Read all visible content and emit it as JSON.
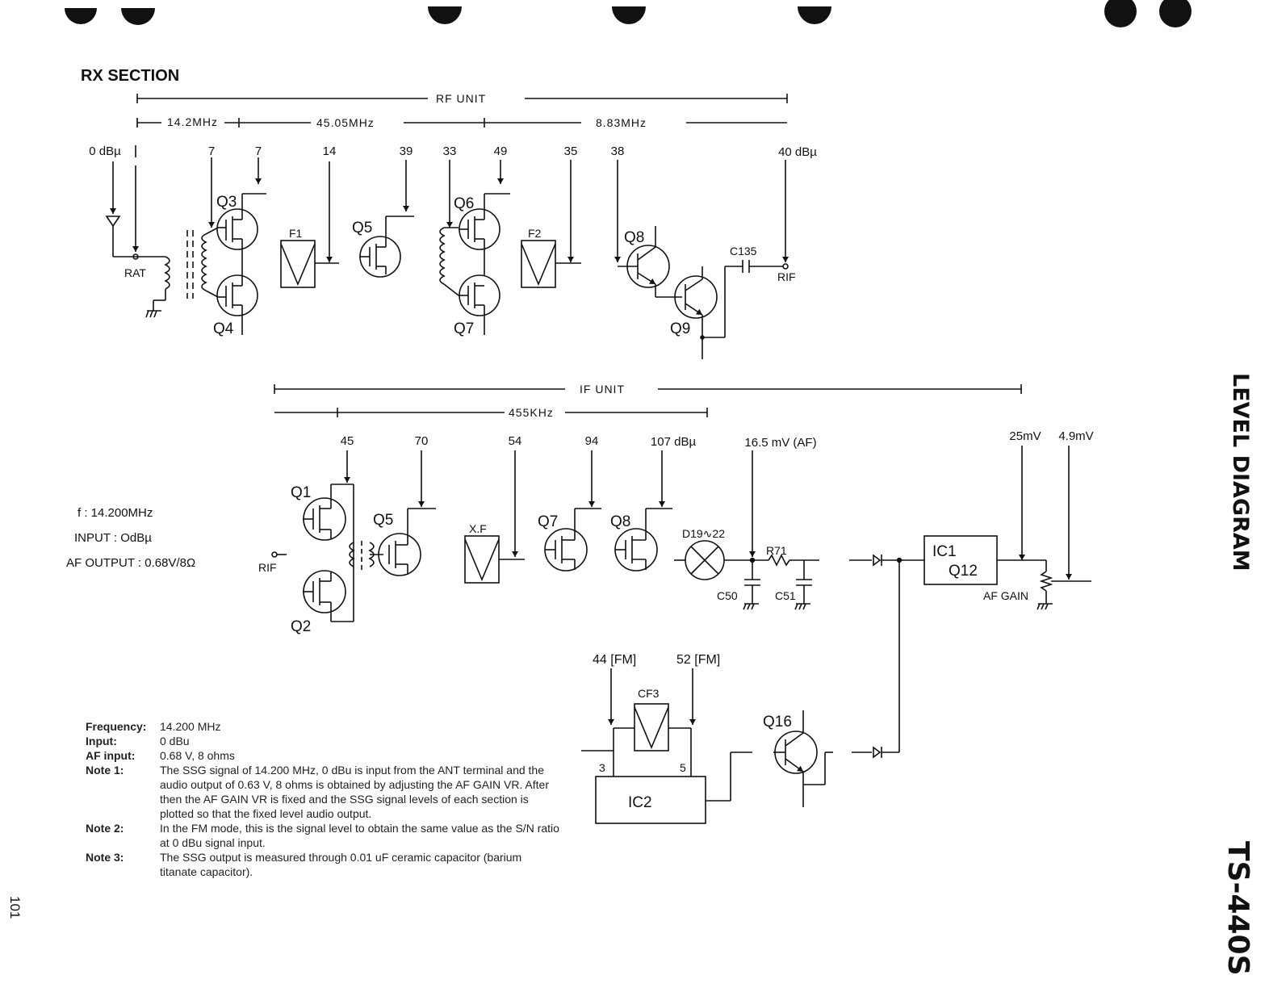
{
  "section_title": "RX SECTION",
  "side_title": "LEVEL DIAGRAM",
  "model": "TS-440S",
  "page_number": "101",
  "rf_unit": {
    "unit_label": "RF UNIT",
    "freq_1": "14.2MHz",
    "freq_2": "45.05MHz",
    "freq_3": "8.83MHz",
    "levels": [
      "0 dBµ",
      "7",
      "7",
      "14",
      "39",
      "33",
      "49",
      "35",
      "38",
      "40 dBµ"
    ],
    "components": {
      "rat": "RAT",
      "q3": "Q3",
      "q4": "Q4",
      "f1": "F1",
      "q5": "Q5",
      "q6": "Q6",
      "q7": "Q7",
      "f2": "F2",
      "q8": "Q8",
      "q9": "Q9",
      "c135": "C135",
      "rif": "RIF"
    }
  },
  "if_unit": {
    "unit_label": "IF UNIT",
    "freq": "455KHz",
    "levels": [
      "45",
      "70",
      "54",
      "94",
      "107 dBµ",
      "16.5 mV (AF)",
      "25mV",
      "4.9mV"
    ],
    "components": {
      "q1": "Q1",
      "q2": "Q2",
      "q5": "Q5",
      "xf": "X.F",
      "q7": "Q7",
      "q8": "Q8",
      "d19": "D19∿22",
      "r71": "R71",
      "c50": "C50",
      "c51": "C51",
      "ic1": "IC1",
      "q12": "Q12",
      "af_gain": "AF GAIN",
      "rif": "RIF"
    },
    "fm": {
      "level_1": "44 [FM]",
      "level_2": "52 [FM]",
      "cf3": "CF3",
      "pin_3": "3",
      "pin_5": "5",
      "ic2": "IC2",
      "q16": "Q16"
    }
  },
  "params": {
    "f": "f : 14.200MHz",
    "input": "INPUT : OdBµ",
    "af_output": "AF OUTPUT : 0.68V/8Ω"
  },
  "notes": [
    {
      "key": "Frequency:",
      "value": "14.200 MHz"
    },
    {
      "key": "Input:",
      "value": "0 dBu"
    },
    {
      "key": "AF input:",
      "value": "0.68 V, 8 ohms"
    },
    {
      "key": "Note 1:",
      "value": "The SSG signal of 14.200 MHz, 0 dBu is input from the ANT terminal and the audio output of 0.63 V, 8 ohms is obtained by adjusting the AF GAIN VR. After then the AF GAIN VR is fixed and the SSG signal levels of each section is plotted so that the fixed level audio output."
    },
    {
      "key": "Note 2:",
      "value": "In the FM mode, this is the signal level to obtain the same value as the S/N ratio at 0 dBu signal input."
    },
    {
      "key": "Note 3:",
      "value": "The SSG output is measured through 0.01 uF ceramic capacitor (barium titanate capacitor)."
    }
  ]
}
